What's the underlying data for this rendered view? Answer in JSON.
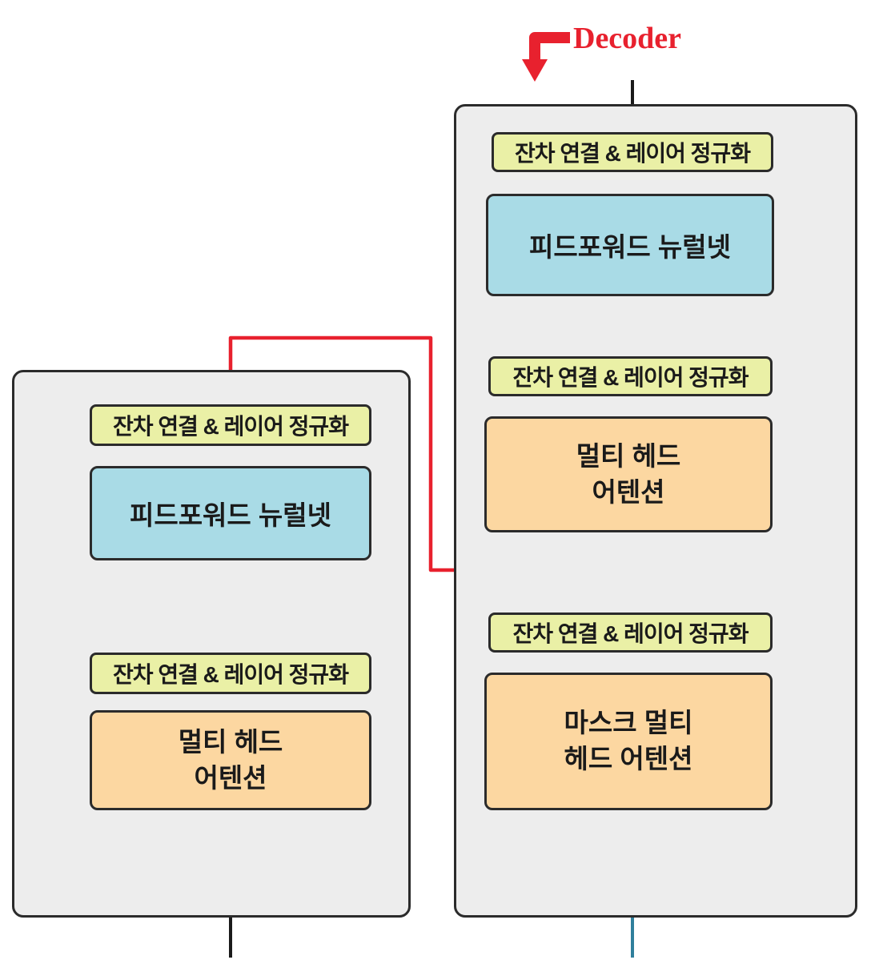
{
  "title": {
    "decoder_label": "Decoder"
  },
  "encoder": {
    "residual_norm_top": "잔차 연결 & 레이어 정규화",
    "ffn": "피드포워드 뉴럴넷",
    "residual_norm_bottom": "잔차 연결 & 레이어 정규화",
    "mha": {
      "line1": "멀티 헤드",
      "line2": "어텐션"
    }
  },
  "decoder": {
    "residual_norm_top": "잔차 연결 & 레이어 정규화",
    "ffn": "피드포워드 뉴럴넷",
    "residual_norm_mid": "잔차 연결 & 레이어 정규화",
    "cross_mha": {
      "line1": "멀티 헤드",
      "line2": "어텐션"
    },
    "residual_norm_bottom": "잔차 연결 & 레이어 정규화",
    "masked_mha": {
      "line1": "마스크 멀티",
      "line2": "헤드 어텐션"
    }
  },
  "colors": {
    "residual_box": "#eaf0a6",
    "ffn_box": "#a9dbe6",
    "attention_box": "#fcd7a1",
    "block_background": "#ededed",
    "line_black": "#1a1a1a",
    "line_red": "#e8212e",
    "line_teal": "#2f7f9c"
  }
}
